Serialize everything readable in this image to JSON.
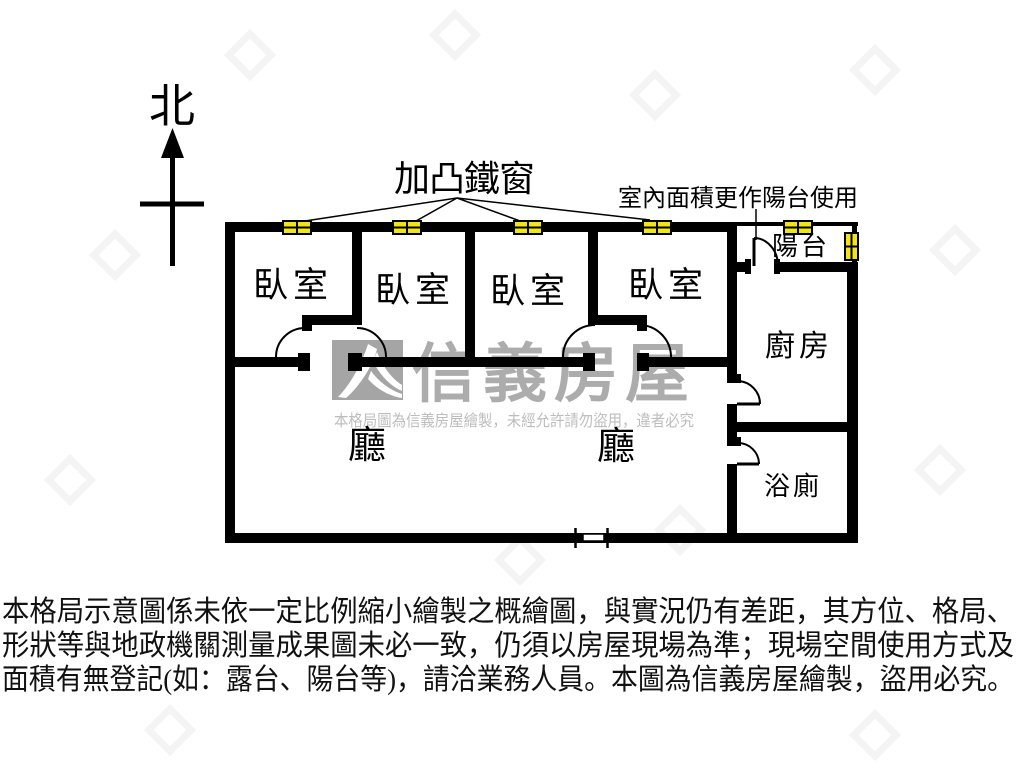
{
  "page": {
    "background": "#ffffff"
  },
  "colors": {
    "wall": "#000000",
    "window_fill": "#f2e41c",
    "window_border": "#000000",
    "watermark_brand_gray": "#acacac",
    "watermark_notice_gray": "#bdbdbd",
    "logo_square_gray": "#a5a5a5",
    "disclaimer_text": "#111111"
  },
  "compass": {
    "north_label": "北"
  },
  "annotations": {
    "window_note": "加凸鐵窗",
    "balcony_note": "室內面積更作陽台使用"
  },
  "rooms": {
    "bedroom1": "臥室",
    "bedroom2": "臥室",
    "bedroom3": "臥室",
    "bedroom4": "臥室",
    "balcony": "陽台",
    "kitchen": "廚房",
    "living_left": "廳",
    "living_right": "廳",
    "bathroom": "浴廁"
  },
  "watermark": {
    "brand": "信義房屋",
    "notice": "本格局圖為信義房屋繪製，未經允許請勿盜用，違者必究"
  },
  "disclaimer": {
    "line1": "本格局示意圖係未依一定比例縮小繪製之概繪圖，與實況仍有差距，其方位、格局、",
    "line2": "形狀等與地政機關測量成果圖未必一致，仍須以房屋現場為準；現場空間使用方式及",
    "line3": "面積有無登記(如：露台、陽台等)，請洽業務人員。本圖為信義房屋繪製，盜用必究。"
  }
}
